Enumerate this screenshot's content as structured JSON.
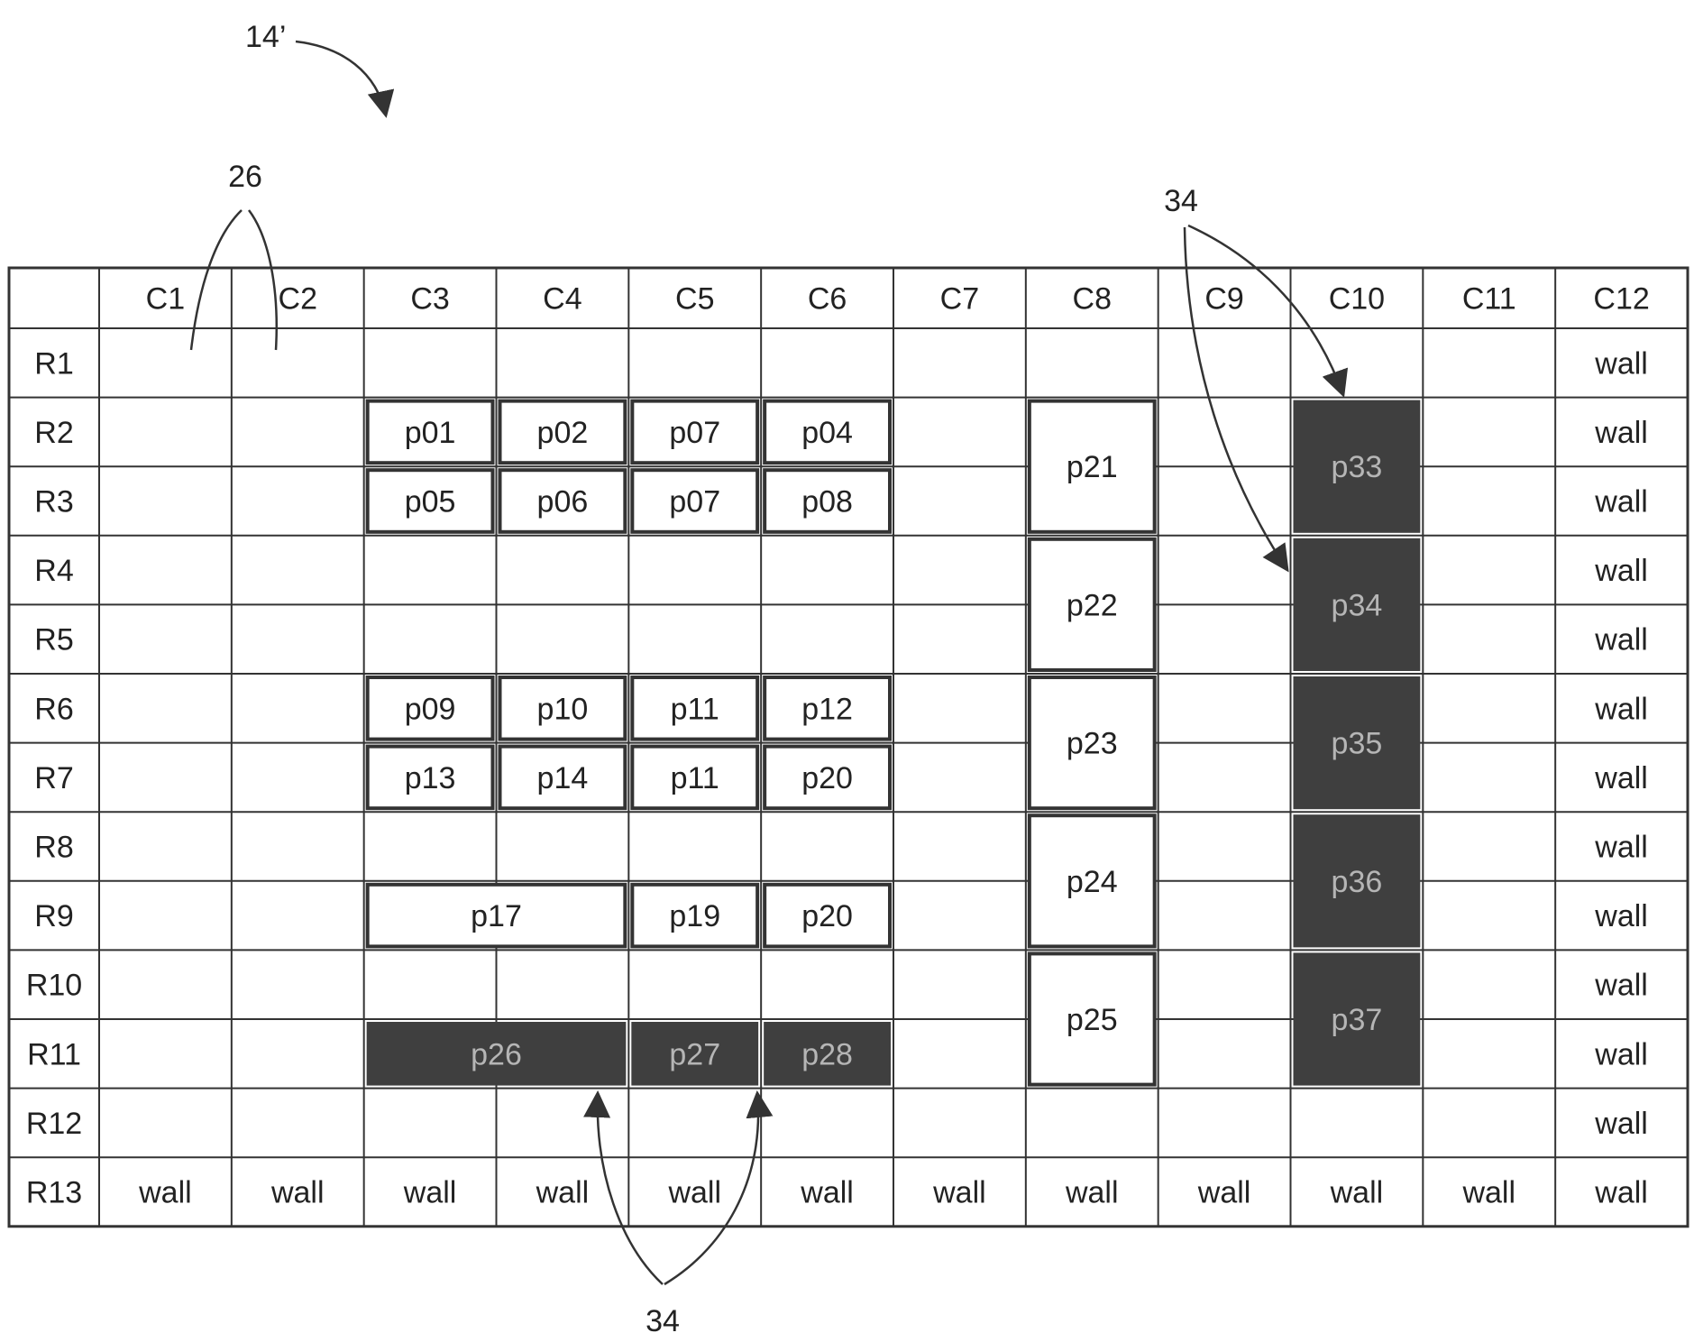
{
  "figure": {
    "figure_ref": "14’",
    "ref_grid_cells": "26",
    "ref_blocks_top": "34",
    "ref_blocks_bottom": "34"
  },
  "grid": {
    "columns": [
      "C1",
      "C2",
      "C3",
      "C4",
      "C5",
      "C6",
      "C7",
      "C8",
      "C9",
      "C10",
      "C11",
      "C12"
    ],
    "rows": [
      "R1",
      "R2",
      "R3",
      "R4",
      "R5",
      "R6",
      "R7",
      "R8",
      "R9",
      "R10",
      "R11",
      "R12",
      "R13"
    ],
    "wall_label": "wall",
    "wall_cells": [
      [
        "R1",
        "C12"
      ],
      [
        "R2",
        "C12"
      ],
      [
        "R3",
        "C12"
      ],
      [
        "R4",
        "C12"
      ],
      [
        "R5",
        "C12"
      ],
      [
        "R6",
        "C12"
      ],
      [
        "R7",
        "C12"
      ],
      [
        "R8",
        "C12"
      ],
      [
        "R9",
        "C12"
      ],
      [
        "R10",
        "C12"
      ],
      [
        "R11",
        "C12"
      ],
      [
        "R12",
        "C12"
      ],
      [
        "R13",
        "C1"
      ],
      [
        "R13",
        "C2"
      ],
      [
        "R13",
        "C3"
      ],
      [
        "R13",
        "C4"
      ],
      [
        "R13",
        "C5"
      ],
      [
        "R13",
        "C6"
      ],
      [
        "R13",
        "C7"
      ],
      [
        "R13",
        "C8"
      ],
      [
        "R13",
        "C9"
      ],
      [
        "R13",
        "C10"
      ],
      [
        "R13",
        "C11"
      ],
      [
        "R13",
        "C12"
      ]
    ]
  },
  "blocks": [
    {
      "id": "p01",
      "row": "R2",
      "row_end": "R2",
      "col": "C3",
      "col_end": "C3",
      "shaded": false
    },
    {
      "id": "p02",
      "row": "R2",
      "row_end": "R2",
      "col": "C4",
      "col_end": "C4",
      "shaded": false
    },
    {
      "id": "p07",
      "row": "R2",
      "row_end": "R2",
      "col": "C5",
      "col_end": "C5",
      "shaded": false
    },
    {
      "id": "p04",
      "row": "R2",
      "row_end": "R2",
      "col": "C6",
      "col_end": "C6",
      "shaded": false
    },
    {
      "id": "p05",
      "row": "R3",
      "row_end": "R3",
      "col": "C3",
      "col_end": "C3",
      "shaded": false
    },
    {
      "id": "p06",
      "row": "R3",
      "row_end": "R3",
      "col": "C4",
      "col_end": "C4",
      "shaded": false
    },
    {
      "id": "p07",
      "row": "R3",
      "row_end": "R3",
      "col": "C5",
      "col_end": "C5",
      "shaded": false
    },
    {
      "id": "p08",
      "row": "R3",
      "row_end": "R3",
      "col": "C6",
      "col_end": "C6",
      "shaded": false
    },
    {
      "id": "p09",
      "row": "R6",
      "row_end": "R6",
      "col": "C3",
      "col_end": "C3",
      "shaded": false
    },
    {
      "id": "p10",
      "row": "R6",
      "row_end": "R6",
      "col": "C4",
      "col_end": "C4",
      "shaded": false
    },
    {
      "id": "p11",
      "row": "R6",
      "row_end": "R6",
      "col": "C5",
      "col_end": "C5",
      "shaded": false
    },
    {
      "id": "p12",
      "row": "R6",
      "row_end": "R6",
      "col": "C6",
      "col_end": "C6",
      "shaded": false
    },
    {
      "id": "p13",
      "row": "R7",
      "row_end": "R7",
      "col": "C3",
      "col_end": "C3",
      "shaded": false
    },
    {
      "id": "p14",
      "row": "R7",
      "row_end": "R7",
      "col": "C4",
      "col_end": "C4",
      "shaded": false
    },
    {
      "id": "p11",
      "row": "R7",
      "row_end": "R7",
      "col": "C5",
      "col_end": "C5",
      "shaded": false
    },
    {
      "id": "p20",
      "row": "R7",
      "row_end": "R7",
      "col": "C6",
      "col_end": "C6",
      "shaded": false
    },
    {
      "id": "p17",
      "row": "R9",
      "row_end": "R9",
      "col": "C3",
      "col_end": "C4",
      "shaded": false
    },
    {
      "id": "p19",
      "row": "R9",
      "row_end": "R9",
      "col": "C5",
      "col_end": "C5",
      "shaded": false
    },
    {
      "id": "p20",
      "row": "R9",
      "row_end": "R9",
      "col": "C6",
      "col_end": "C6",
      "shaded": false
    },
    {
      "id": "p21",
      "row": "R2",
      "row_end": "R3",
      "col": "C8",
      "col_end": "C8",
      "shaded": false
    },
    {
      "id": "p22",
      "row": "R4",
      "row_end": "R5",
      "col": "C8",
      "col_end": "C8",
      "shaded": false
    },
    {
      "id": "p23",
      "row": "R6",
      "row_end": "R7",
      "col": "C8",
      "col_end": "C8",
      "shaded": false
    },
    {
      "id": "p24",
      "row": "R8",
      "row_end": "R9",
      "col": "C8",
      "col_end": "C8",
      "shaded": false
    },
    {
      "id": "p25",
      "row": "R10",
      "row_end": "R11",
      "col": "C8",
      "col_end": "C8",
      "shaded": false
    },
    {
      "id": "p26",
      "row": "R11",
      "row_end": "R11",
      "col": "C3",
      "col_end": "C4",
      "shaded": true
    },
    {
      "id": "p27",
      "row": "R11",
      "row_end": "R11",
      "col": "C5",
      "col_end": "C5",
      "shaded": true
    },
    {
      "id": "p28",
      "row": "R11",
      "row_end": "R11",
      "col": "C6",
      "col_end": "C6",
      "shaded": true
    },
    {
      "id": "p33",
      "row": "R2",
      "row_end": "R3",
      "col": "C10",
      "col_end": "C10",
      "shaded": true
    },
    {
      "id": "p34",
      "row": "R4",
      "row_end": "R5",
      "col": "C10",
      "col_end": "C10",
      "shaded": true
    },
    {
      "id": "p35",
      "row": "R6",
      "row_end": "R7",
      "col": "C10",
      "col_end": "C10",
      "shaded": true
    },
    {
      "id": "p36",
      "row": "R8",
      "row_end": "R9",
      "col": "C10",
      "col_end": "C10",
      "shaded": true
    },
    {
      "id": "p37",
      "row": "R10",
      "row_end": "R11",
      "col": "C10",
      "col_end": "C10",
      "shaded": true
    }
  ],
  "colors": {
    "line": "#333333",
    "text": "#222222",
    "shade": "#3f3f3f",
    "shade_text": "#b5b5b5"
  }
}
